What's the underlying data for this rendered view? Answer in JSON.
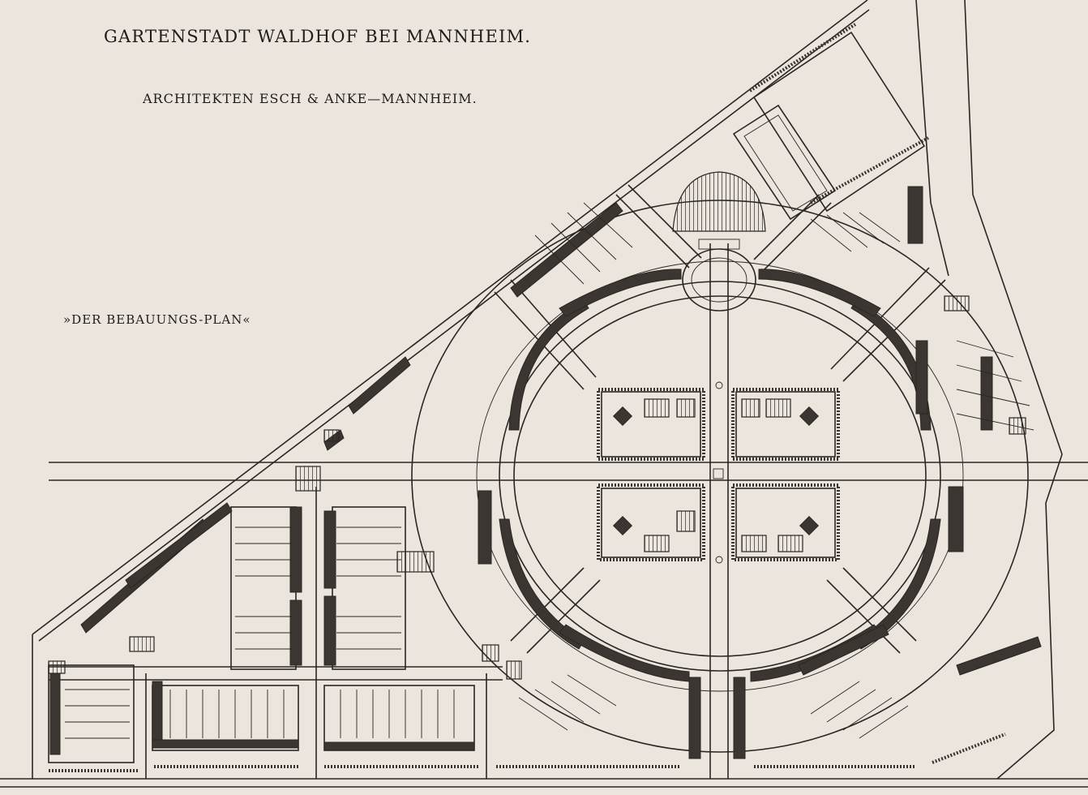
{
  "map": {
    "title": "GARTENSTADT WALDHOF BEI MANNHEIM.",
    "architects": "ARCHITEKTEN ESCH & ANKE—MANNHEIM.",
    "subtitle": "»DER BEBAUUNGS-PLAN«"
  },
  "colors": {
    "paper": "#ebe5dd",
    "ink": "#2a2622"
  }
}
